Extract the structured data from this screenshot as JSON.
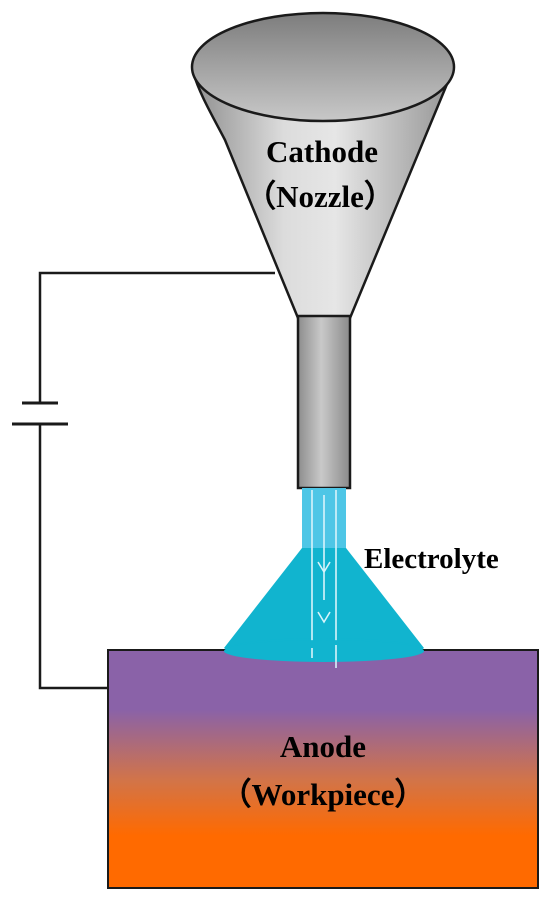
{
  "labels": {
    "cathode": "Cathode",
    "cathode_sub": "（Nozzle）",
    "electrolyte": "Electrolyte",
    "anode": "Anode",
    "anode_sub": "（Workpiece）"
  },
  "colors": {
    "background": "#ffffff",
    "wire": "#1a1a1a",
    "nozzle_light": "#f2f2f2",
    "nozzle_dark": "#8c8c8c",
    "electrolyte": "#11b4cf",
    "electrolyte_stream": "#4ec6e6",
    "anode_top": "#8a62a8",
    "anode_bottom": "#ff6a00"
  }
}
